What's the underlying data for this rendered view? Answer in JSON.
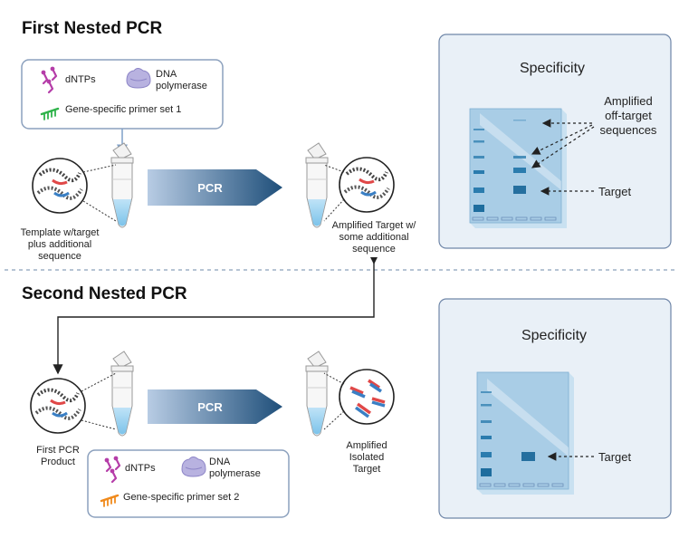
{
  "sections": {
    "first_title": "First Nested PCR",
    "second_title": "Second Nested PCR"
  },
  "legend1": {
    "dntps": "dNTPs",
    "dna_polymerase_line1": "DNA",
    "dna_polymerase_line2": "polymerase",
    "primer": "Gene-specific primer set 1"
  },
  "legend2": {
    "dntps": "dNTPs",
    "dna_polymerase_line1": "DNA",
    "dna_polymerase_line2": "polymerase",
    "primer": "Gene-specific primer set 2"
  },
  "pcr_label_1": "PCR",
  "pcr_label_2": "PCR",
  "captions": {
    "template": [
      "Template w/target",
      "plus additional",
      "sequence"
    ],
    "amplified_target": [
      "Amplified Target w/",
      "some additional",
      "sequence"
    ],
    "first_product": [
      "First PCR",
      "Product"
    ],
    "isolated": [
      "Amplified",
      "Isolated",
      "Target"
    ]
  },
  "gel1": {
    "title": "Specificity",
    "offtarget_label": [
      "Amplified",
      "off-target",
      "sequences"
    ],
    "target_label": "Target"
  },
  "gel2": {
    "title": "Specificity",
    "target_label": "Target"
  },
  "colors": {
    "panel_bg": "#e9f0f7",
    "panel_border": "#6f86a8",
    "legend_border": "#8ba0bd",
    "arrow_dark": "#1f4f7a",
    "arrow_light": "#b8cce4",
    "gel_fill": "#a9cde6",
    "band": "#2b7cae",
    "dntp": "#b53da8",
    "primer1": "#2fb34a",
    "primer2": "#f08a1c",
    "divider": "#8aa0bb"
  }
}
